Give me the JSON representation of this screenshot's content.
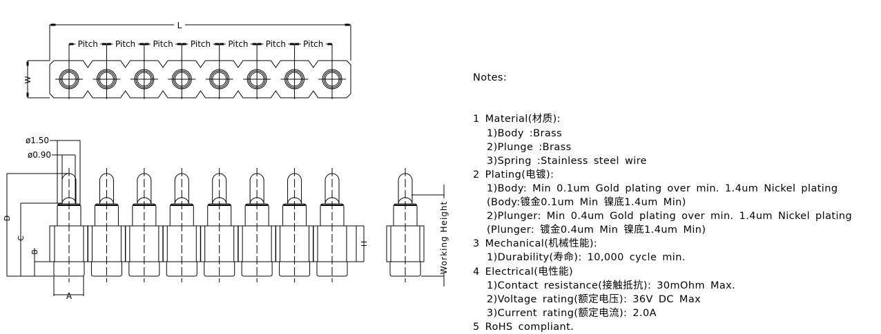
{
  "drawing": {
    "pin_count": 8,
    "labels": {
      "length": "L",
      "pitch": "Pitch",
      "width": "W",
      "dia_outer": "ø1.50",
      "dia_inner": "ø0.90",
      "dim_a": "A",
      "dim_b": "B",
      "dim_c": "C",
      "dim_d": "D",
      "dim_h": "H",
      "working_height": "Working Height"
    }
  },
  "notes": {
    "title": "Notes:",
    "lines": [
      {
        "text": "1 Material(材质):",
        "indent": false
      },
      {
        "text": "1)Body :Brass",
        "indent": true
      },
      {
        "text": "2)Plunge :Brass",
        "indent": true
      },
      {
        "text": "3)Spring :Stainless steel wire",
        "indent": true
      },
      {
        "text": "2 Plating(电镀):",
        "indent": false
      },
      {
        "text": "1)Body: Min 0.1um Gold plating over min. 1.4um Nickel plating",
        "indent": true
      },
      {
        "text": "(Body:镀金0.1um Min 镍底1.4um Min)",
        "indent": true
      },
      {
        "text": "2)Plunger: Min 0.4um Gold plating over min. 1.4um Nickel plating",
        "indent": true
      },
      {
        "text": "(Plunger: 镀金0.4um Min 镍底1.4um Min)",
        "indent": true
      },
      {
        "text": "3 Mechanical(机械性能):",
        "indent": false
      },
      {
        "text": "1)Durability(寿命): 10,000 cycle min.",
        "indent": true
      },
      {
        "text": "4 Electrical(电性能)",
        "indent": false
      },
      {
        "text": "1)Contact resistance(接触抵抗): 30mOhm Max.",
        "indent": true
      },
      {
        "text": "2)Voltage rating(额定电压): 36V DC Max",
        "indent": true
      },
      {
        "text": "3)Current rating(额定电流): 2.0A",
        "indent": true
      },
      {
        "text": "5 RoHS compliant.",
        "indent": false
      }
    ]
  }
}
